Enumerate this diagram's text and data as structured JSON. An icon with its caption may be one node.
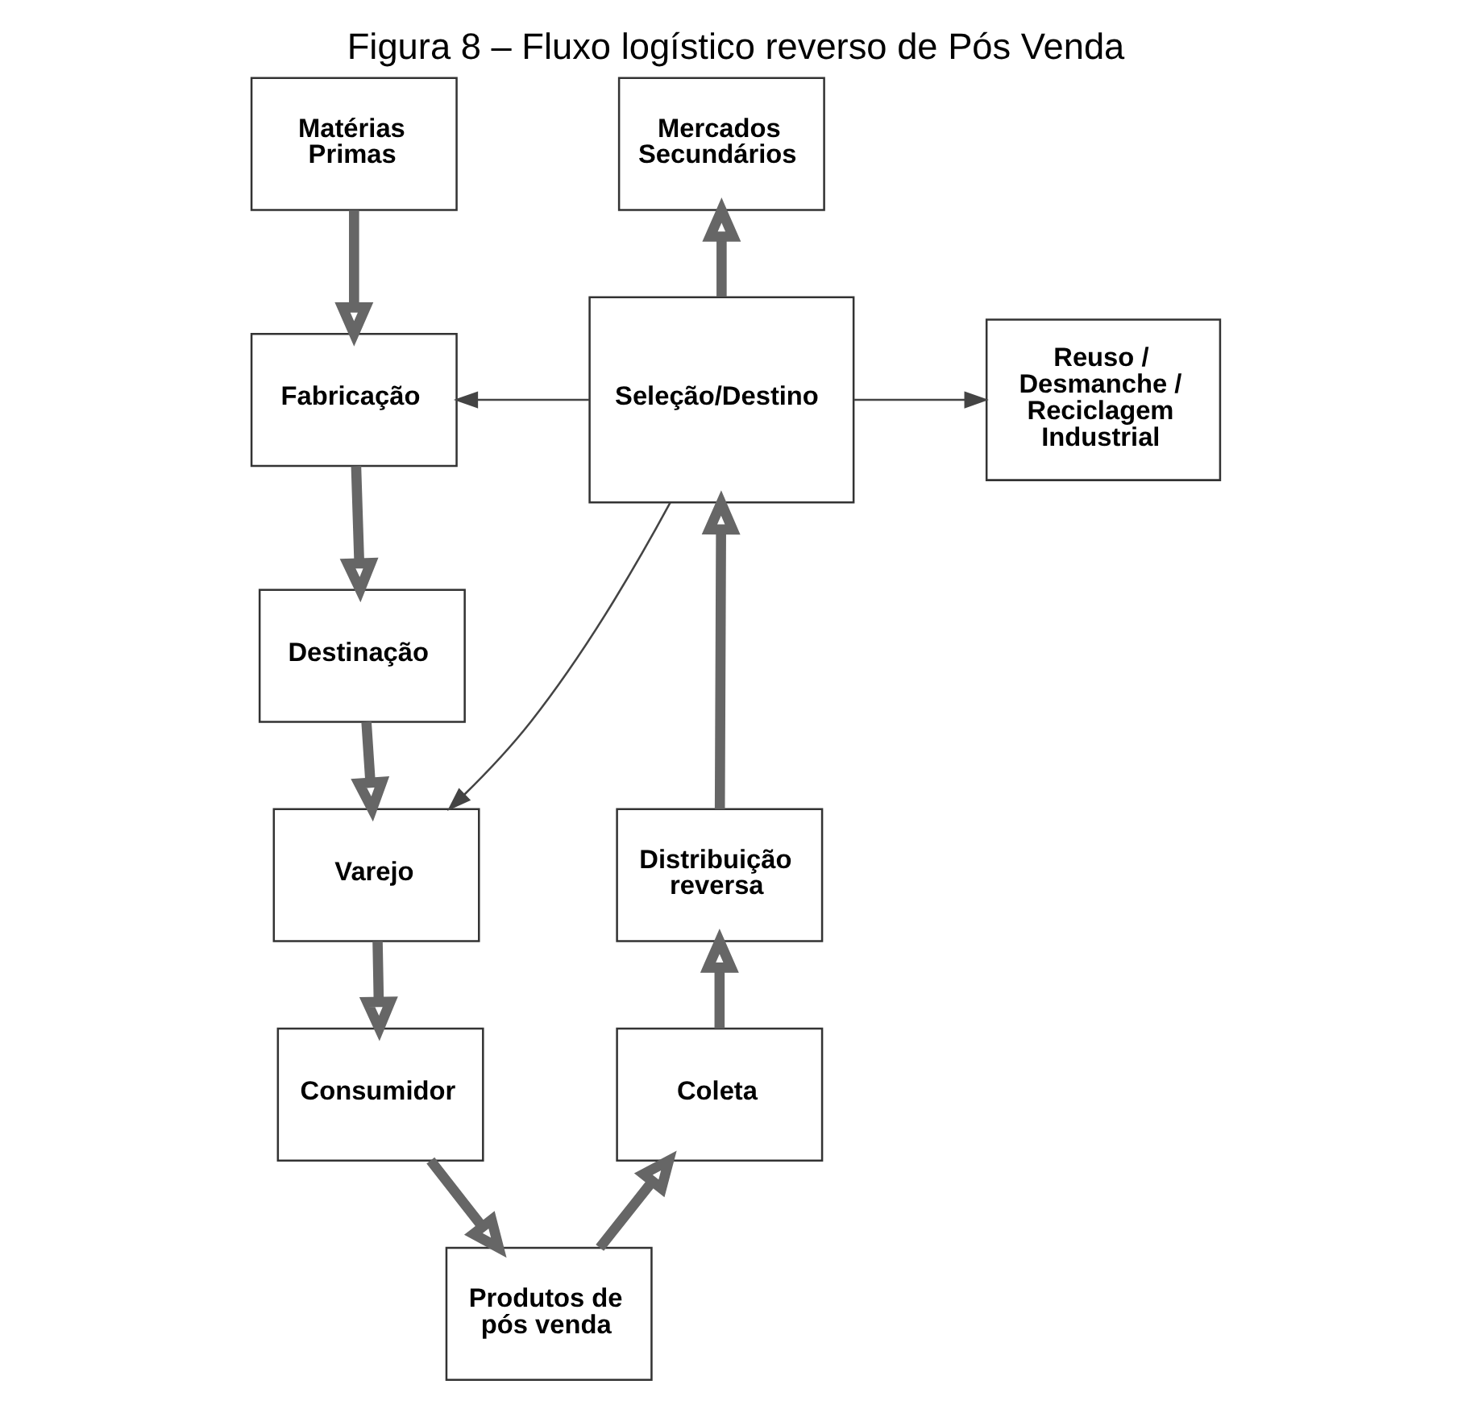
{
  "diagram": {
    "title": "Figura 8 – Fluxo logístico reverso de Pós Venda",
    "nodes": [
      {
        "text": [
          "Matérias Primas"
        ]
      },
      {
        "text": [
          "Fabricação"
        ]
      },
      {
        "text": [
          "Destinação"
        ]
      },
      {
        "text": [
          "Varejo"
        ]
      },
      {
        "text": [
          "Consumidor"
        ]
      },
      {
        "text": [
          "Produtos de pós venda"
        ]
      },
      {
        "text": [
          "Coleta"
        ]
      },
      {
        "text": [
          "Distribuição reversa"
        ]
      },
      {
        "text": [
          "Seleção/Destino"
        ]
      },
      {
        "text": [
          "Mercados Secundários"
        ]
      },
      {
        "text": [
          "Reuso / Desmanche / Reciclagem Industrial"
        ]
      }
    ],
    "edges": [
      {
        "from": 0,
        "to": 1,
        "arrow": "to"
      },
      {
        "from": 1,
        "to": 2,
        "arrow": "to"
      },
      {
        "from": 2,
        "to": 3,
        "arrow": "to"
      },
      {
        "from": 3,
        "to": 4,
        "arrow": "to"
      },
      {
        "from": 4,
        "to": 5,
        "arrow": "to"
      },
      {
        "from": 5,
        "to": 6,
        "arrow": "to"
      },
      {
        "from": 6,
        "to": 7,
        "arrow": "to"
      },
      {
        "from": 7,
        "to": 8,
        "arrow": "to"
      },
      {
        "from": 8,
        "to": 9,
        "arrow": "to"
      },
      {
        "from": 8,
        "to": 10,
        "arrow": "to",
        "color": "#444444"
      },
      {
        "from": 8,
        "to": 1,
        "arrow": "to",
        "color": "#444444"
      },
      {
        "from": 8,
        "to": 3,
        "arrow": "to",
        "color": "#444444"
      }
    ]
  }
}
